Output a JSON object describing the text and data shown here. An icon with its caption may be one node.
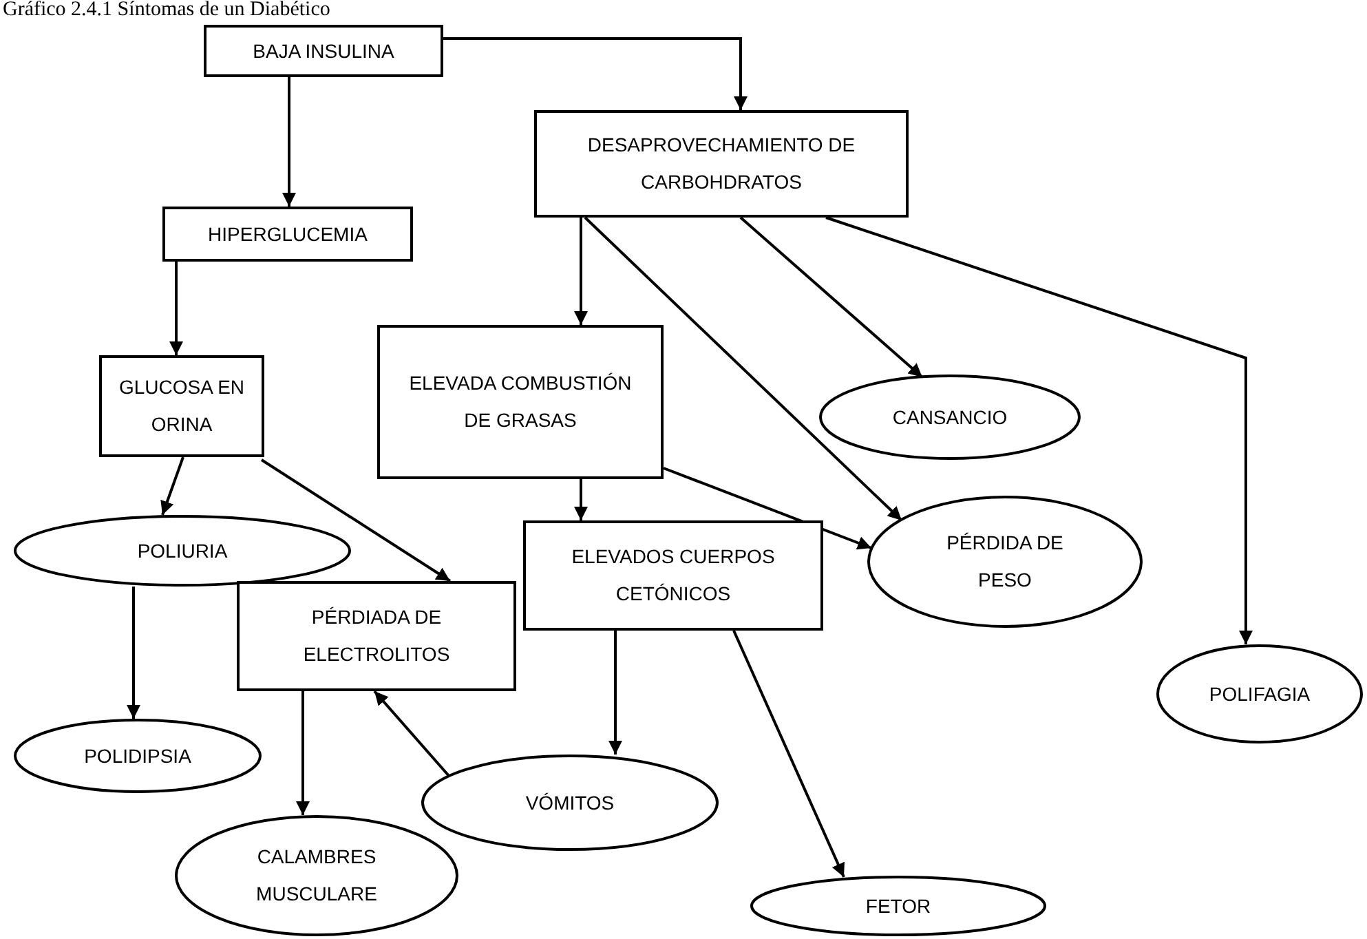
{
  "diagram": {
    "title": "Gráfico 2.4.1 Síntomas de un Diabético",
    "nodes": [
      {
        "text": [
          "BAJA INSULINA"
        ]
      },
      {
        "text": [
          "DESAPROVECHAMIENTO DE CARBOHDRATOS"
        ]
      },
      {
        "text": [
          "HIPERGLUCEMIA"
        ]
      },
      {
        "text": [
          "GLUCOSA EN ORINA"
        ]
      },
      {
        "text": [
          "ELEVADA COMBUSTIÓN DE GRASAS"
        ]
      },
      {
        "text": [
          "CANSANCIO"
        ]
      },
      {
        "text": [
          "POLIURIA"
        ]
      },
      {
        "text": [
          "ELEVADOS CUERPOS CETÓNICOS"
        ]
      },
      {
        "text": [
          "PÉRDIDA DE PESO"
        ]
      },
      {
        "text": [
          "PÉRDIADA DE ELECTROLITOS"
        ]
      },
      {
        "text": [
          "POLIFAGIA"
        ]
      },
      {
        "text": [
          "POLIDIPSIA"
        ]
      },
      {
        "text": [
          "VÓMITOS"
        ]
      },
      {
        "text": [
          "CALAMBRES MUSCULARE"
        ]
      },
      {
        "text": [
          "FETOR"
        ]
      }
    ],
    "edges": [
      {
        "from": 0,
        "to": 1,
        "arrow": "to"
      },
      {
        "from": 0,
        "to": 2,
        "arrow": "to"
      },
      {
        "from": 2,
        "to": 3,
        "arrow": "to"
      },
      {
        "from": 1,
        "to": 4,
        "arrow": "to"
      },
      {
        "from": 1,
        "to": 8,
        "arrow": "to"
      },
      {
        "from": 1,
        "to": 5,
        "arrow": "to"
      },
      {
        "from": 1,
        "to": 10,
        "arrow": "to"
      },
      {
        "from": 3,
        "to": 6,
        "arrow": "to"
      },
      {
        "from": 3,
        "to": 9,
        "arrow": "to"
      },
      {
        "from": 4,
        "to": 7,
        "arrow": "to"
      },
      {
        "from": 4,
        "to": 8,
        "arrow": "to"
      },
      {
        "from": 6,
        "to": 11,
        "arrow": "to"
      },
      {
        "from": 9,
        "to": 13,
        "arrow": "to"
      },
      {
        "from": 12,
        "to": 9,
        "arrow": "to"
      },
      {
        "from": 7,
        "to": 12,
        "arrow": "to"
      },
      {
        "from": 7,
        "to": 14,
        "arrow": "to"
      }
    ]
  }
}
